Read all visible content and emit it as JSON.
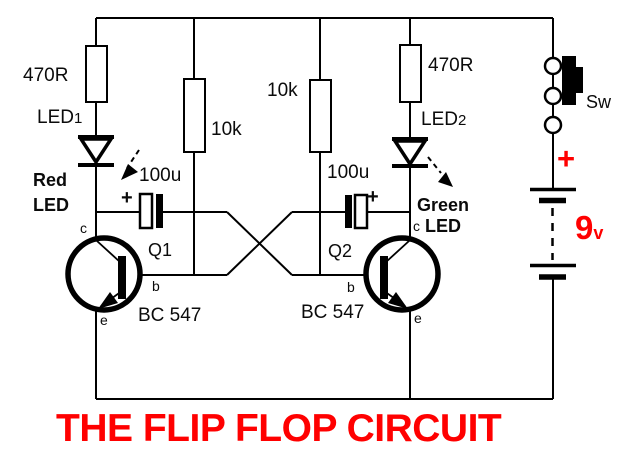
{
  "title": {
    "text": "THE FLIP FLOP CIRCUIT",
    "color": "#ff0000"
  },
  "colors": {
    "wire": "#000000",
    "accent_red": "#ff0000",
    "background": "#ffffff"
  },
  "components": {
    "resistor_left_470": "470R",
    "resistor_left_10k": "10k",
    "resistor_right_10k": "10k",
    "resistor_right_470": "470R",
    "led1": {
      "name": "LED",
      "sub": "1",
      "desc_line1": "Red",
      "desc_line2": "LED"
    },
    "led2": {
      "name": "LED",
      "sub": "2",
      "desc_line1": "Green",
      "desc_line2": "LED"
    },
    "cap1": {
      "value": "100u",
      "polarity": "+"
    },
    "cap2": {
      "value": "100u",
      "polarity": "+"
    },
    "q1": {
      "ref": "Q1",
      "part": "BC 547",
      "pin_c": "c",
      "pin_b": "b",
      "pin_e": "e"
    },
    "q2": {
      "ref": "Q2",
      "part": "BC 547",
      "pin_c": "c",
      "pin_b": "b",
      "pin_e": "e"
    },
    "switch": {
      "label": "Sw"
    },
    "battery": {
      "plus": "+",
      "value": "9",
      "unit": "v"
    }
  }
}
